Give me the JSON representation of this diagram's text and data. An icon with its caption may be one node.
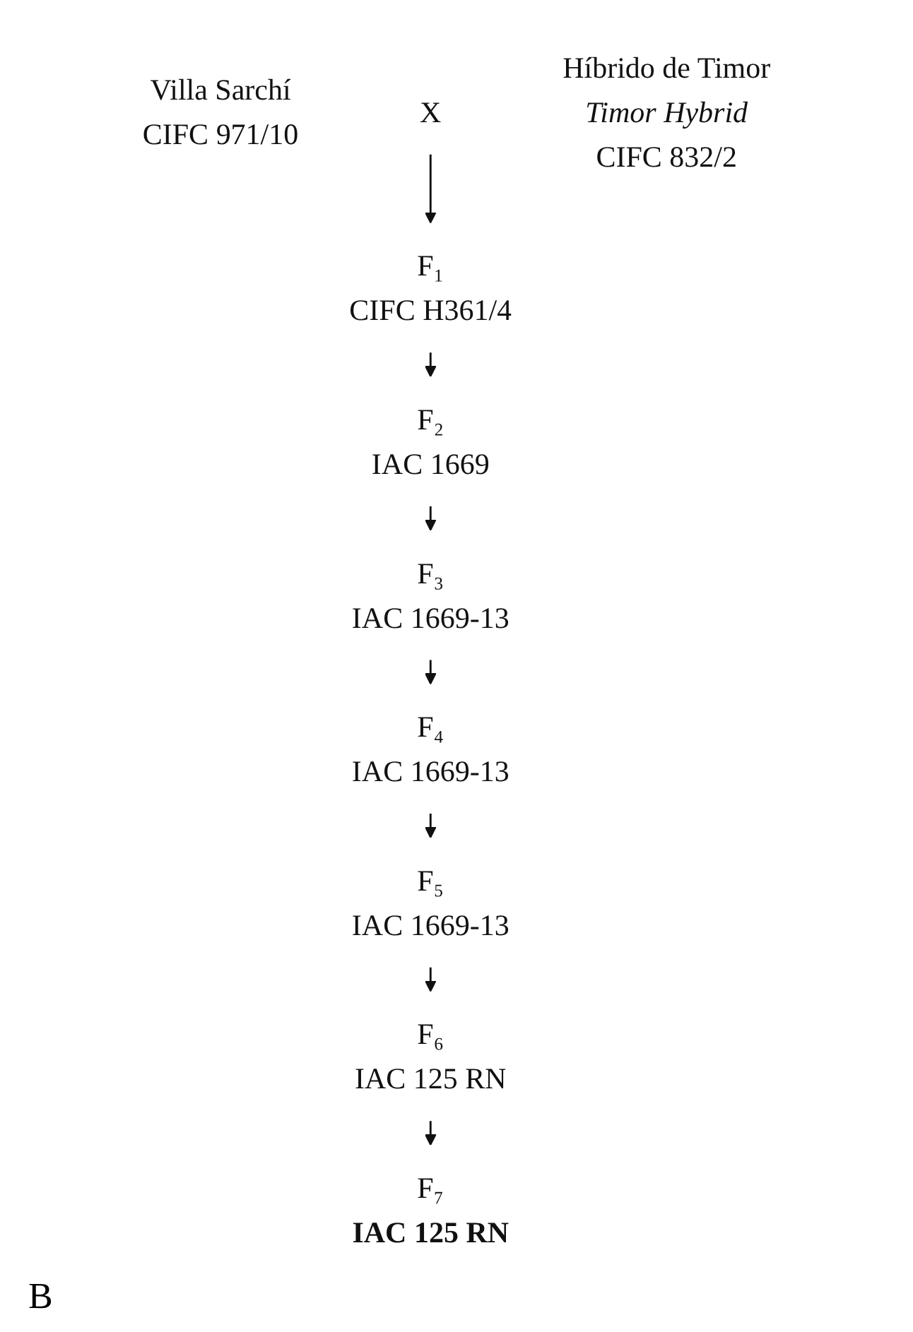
{
  "diagram": {
    "nodes": [
      {
        "text": [
          "Villa Sarchí",
          "CIFC 971/10"
        ]
      },
      {
        "text": [
          "X"
        ]
      },
      {
        "text": [
          "Híbrido de Timor",
          "Timor Hybrid",
          "CIFC 832/2"
        ]
      },
      {
        "text": [
          "F₁",
          "CIFC H361/4"
        ]
      },
      {
        "text": [
          "F₂",
          "IAC 1669"
        ]
      },
      {
        "text": [
          "F₃",
          "IAC 1669-13"
        ]
      },
      {
        "text": [
          "F₄",
          "IAC 1669-13"
        ]
      },
      {
        "text": [
          "F₅",
          "IAC 1669-13"
        ]
      },
      {
        "text": [
          "F₆",
          "IAC 125 RN"
        ]
      },
      {
        "text": [
          "F₇",
          "IAC 125 RN"
        ]
      }
    ],
    "edges": [
      {
        "from": 1,
        "to": 3,
        "arrow": "to"
      },
      {
        "from": 3,
        "to": 4,
        "arrow": "to"
      },
      {
        "from": 4,
        "to": 5,
        "arrow": "to"
      },
      {
        "from": 5,
        "to": 6,
        "arrow": "to"
      },
      {
        "from": 6,
        "to": 7,
        "arrow": "to"
      },
      {
        "from": 7,
        "to": 8,
        "arrow": "to"
      },
      {
        "from": 8,
        "to": 9,
        "arrow": "to"
      }
    ],
    "labels": [
      "B"
    ]
  }
}
